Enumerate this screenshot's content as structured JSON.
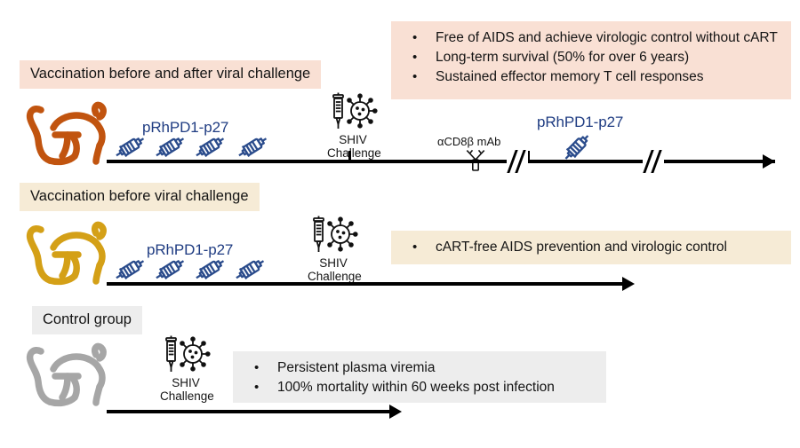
{
  "figure": {
    "type": "experimental-timeline-schematic",
    "subject": "Rhesus macaque SHIV vaccination study arms"
  },
  "palette": {
    "row1_chip_bg": "#F9E0D4",
    "row1_callout_bg": "#F9E0D4",
    "row1_monkey": "#C1540F",
    "row2_chip_bg": "#F6EBD6",
    "row2_callout_bg": "#F6EBD6",
    "row2_monkey": "#D4A017",
    "row3_chip_bg": "#EDEDED",
    "row3_callout_bg": "#EDEDED",
    "row3_monkey": "#A6A6A6",
    "syringe_blue": "#2B4C8C",
    "vaccine_text": "#1F3C82",
    "timeline_black": "#000000",
    "body_text": "#141414"
  },
  "rows": [
    {
      "id": "row-vaccination-before-and-after",
      "chip_label": "Vaccination before and after viral challenge",
      "monkey_icon": "macaque-silhouette-icon",
      "vaccine_label_1": "pRhPD1-p27",
      "vaccine_label_2": "pRhPD1-p27",
      "prime_syringe_count": 4,
      "boost_syringe_count": 1,
      "challenge_label_line1": "SHIV",
      "challenge_label_line2": "Challenge",
      "challenge_icon": "syringe-virus-icon",
      "antibody_label": "αCD8β mAb",
      "antibody_icon": "antibody-y-icon",
      "break_marks": 2,
      "bullets": [
        "Free of AIDS and achieve virologic control without cART",
        "Long-term survival (50% for over 6 years)",
        "Sustained effector memory T cell responses"
      ]
    },
    {
      "id": "row-vaccination-before",
      "chip_label": "Vaccination before viral challenge",
      "monkey_icon": "macaque-silhouette-icon",
      "vaccine_label_1": "pRhPD1-p27",
      "prime_syringe_count": 4,
      "challenge_label_line1": "SHIV",
      "challenge_label_line2": "Challenge",
      "challenge_icon": "syringe-virus-icon",
      "bullets": [
        "cART-free AIDS prevention and virologic control"
      ]
    },
    {
      "id": "row-control-group",
      "chip_label": "Control group",
      "monkey_icon": "macaque-silhouette-icon",
      "prime_syringe_count": 0,
      "challenge_label_line1": "SHIV",
      "challenge_label_line2": "Challenge",
      "challenge_icon": "syringe-virus-icon",
      "bullets": [
        "Persistent plasma viremia",
        "100% mortality within 60 weeks post infection"
      ]
    }
  ]
}
